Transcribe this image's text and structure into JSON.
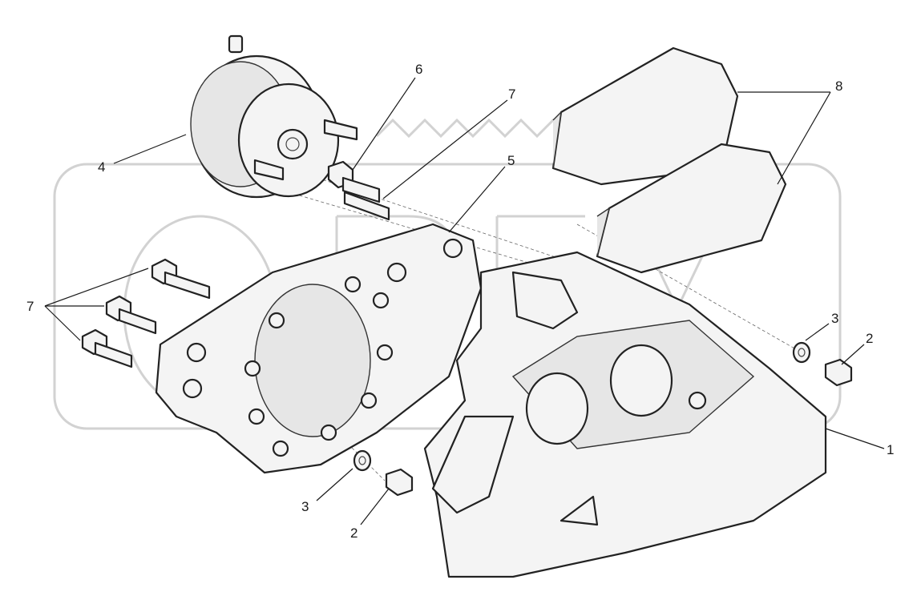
{
  "callouts": [
    {
      "label": "1"
    },
    {
      "label": "2"
    },
    {
      "label": "2"
    },
    {
      "label": "3"
    },
    {
      "label": "3"
    },
    {
      "label": "4"
    },
    {
      "label": "5"
    },
    {
      "label": "6"
    },
    {
      "label": "7"
    },
    {
      "label": "7"
    },
    {
      "label": "8"
    }
  ],
  "colors": {
    "line": "#1a1a1a",
    "fill": "#f4f4f4",
    "watermark": "#d2d2d2"
  }
}
